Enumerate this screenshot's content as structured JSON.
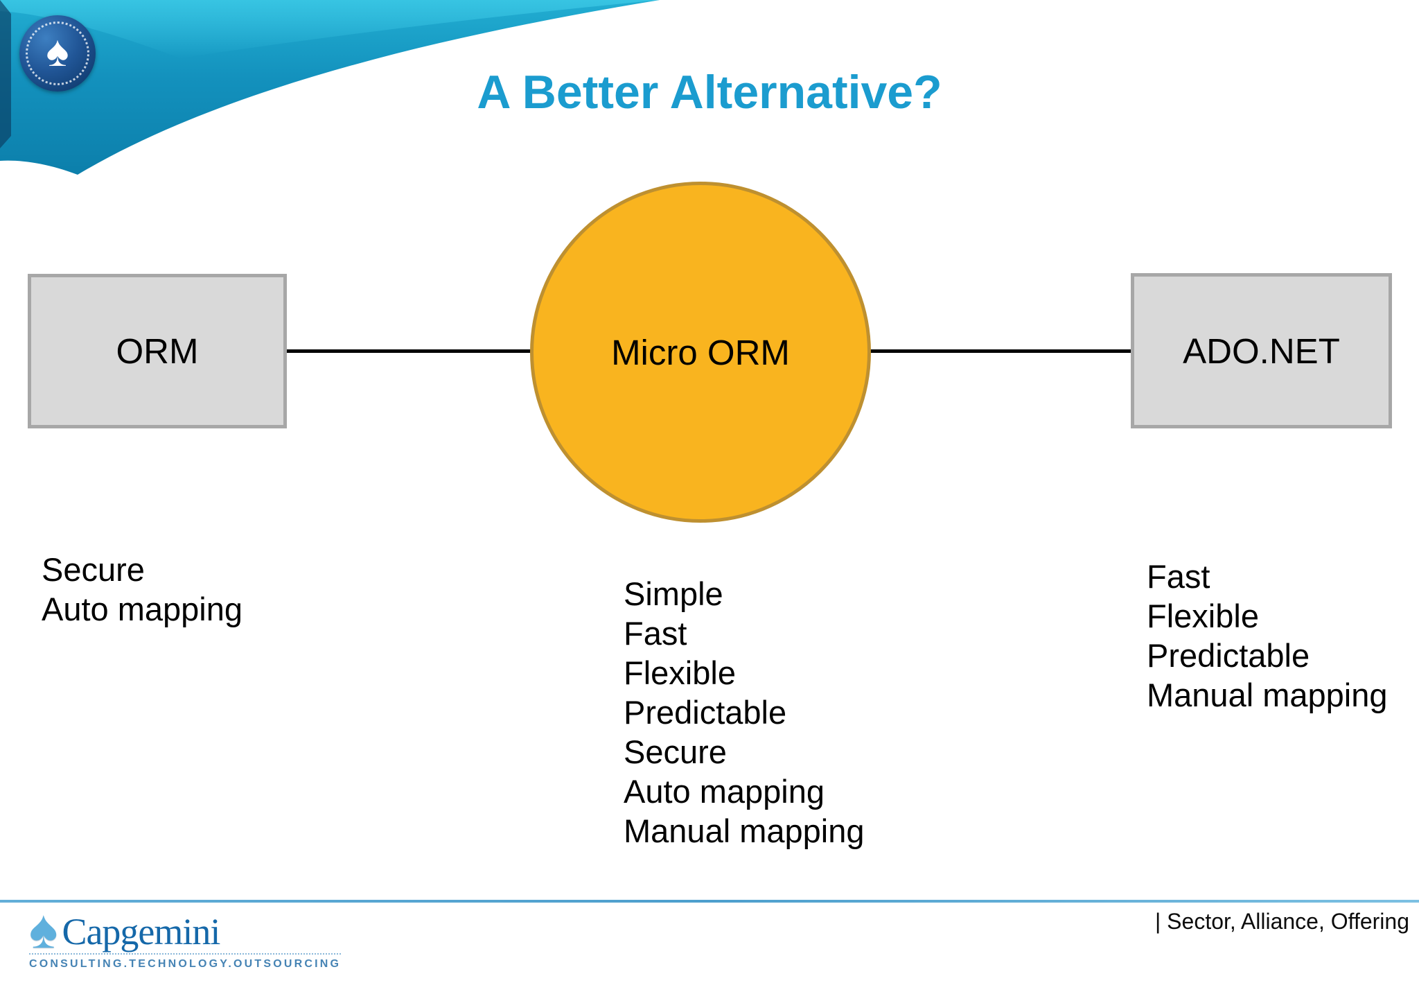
{
  "slide": {
    "title": "A Better Alternative?"
  },
  "icons": {
    "badge_spade": "♠",
    "brand_spade": "♠"
  },
  "diagram": {
    "left_node": {
      "label": "ORM",
      "features": [
        "Secure",
        "Auto mapping"
      ]
    },
    "center_node": {
      "label": "Micro ORM",
      "features": [
        "Simple",
        "Fast",
        "Flexible",
        "Predictable",
        "Secure",
        "Auto mapping",
        "Manual mapping"
      ]
    },
    "right_node": {
      "label": "ADO.NET",
      "features": [
        "Fast",
        "Flexible",
        "Predictable",
        "Manual mapping"
      ]
    },
    "colors": {
      "node_fill": "#d9d9d9",
      "node_border": "#a7a7a7",
      "circle_fill": "#f9b41f",
      "circle_border": "#be9030",
      "connector": "#000000",
      "title": "#1b9ccf",
      "header_swoosh": "#0e86b3",
      "footer_divider": "#4d9fcd"
    }
  },
  "footer": {
    "brand": "Capgemini",
    "brand_tagline": "CONSULTING.TECHNOLOGY.OUTSOURCING",
    "right_text": "| Sector, Alliance, Offering"
  }
}
